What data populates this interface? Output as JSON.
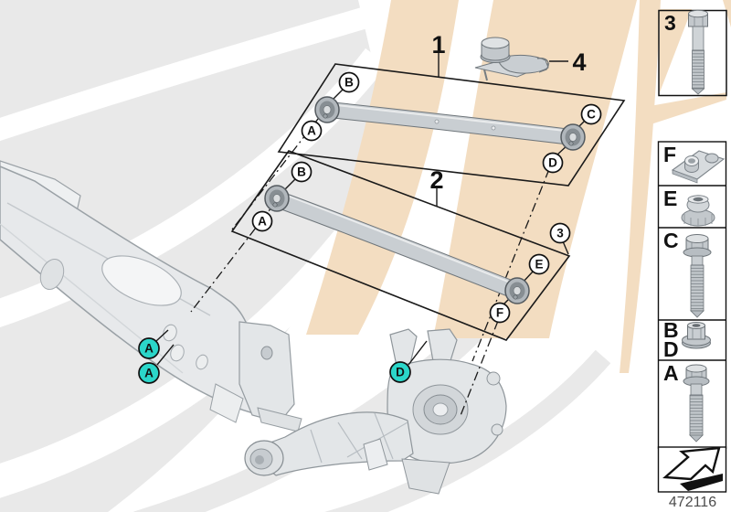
{
  "part_labels": {
    "arm_upper": "1",
    "arm_lower": "2",
    "kit": "3",
    "bracket": "4"
  },
  "callouts": {
    "arm1_b": "B",
    "arm1_a": "A",
    "arm1_c": "C",
    "arm1_d": "D",
    "arm2_b": "B",
    "arm2_a": "A",
    "arm2_e": "E",
    "arm2_f": "F",
    "arm2_kit": "3",
    "subframe_front": "A",
    "subframe_rear": "A",
    "knuckle": "D"
  },
  "legend": {
    "bolt_box_label": "3",
    "cell_f": "F",
    "cell_e": "E",
    "cell_c": "C",
    "cell_b": "B",
    "cell_d": "D",
    "cell_a": "A",
    "footer_code": "472116"
  },
  "colors": {
    "highlight": "#2BD6C9",
    "watermark_peach": "#F3DDC1",
    "watermark_gray": "#E9E9E9",
    "line": "#1A1A1A"
  },
  "icons": {
    "direction_arrow": "direction-of-travel-arrow",
    "bolt": "hex-bolt-icon",
    "cage_nut": "cage-nut-icon",
    "collar_nut": "collar-nut-icon",
    "flange_nut": "flange-nut-icon"
  }
}
